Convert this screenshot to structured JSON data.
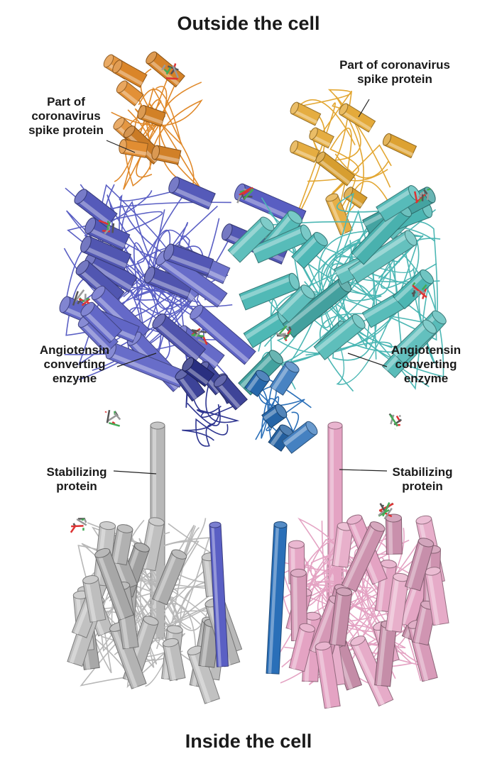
{
  "titles": {
    "top": "Outside the cell",
    "bottom": "Inside the cell"
  },
  "labels": {
    "spike_left": [
      "Part of",
      "coronavirus",
      "spike protein"
    ],
    "spike_right": [
      "Part of coronavirus",
      "spike protein"
    ],
    "ace_left": [
      "Angiotensin",
      "converting",
      "enzyme"
    ],
    "ace_right": [
      "Angiotensin",
      "converting",
      "enzyme"
    ],
    "stab_left": [
      "Stabilizing",
      "protein"
    ],
    "stab_right": [
      "Stabilizing",
      "protein"
    ]
  },
  "colors": {
    "spike_left": "#e0892a",
    "spike_right": "#e3a733",
    "ace_left": "#5a5fc4",
    "ace_right": "#4cb7b4",
    "center_left": "#2e3590",
    "center_right": "#2a6fb8",
    "stab_left": "#b8b8b8",
    "stab_right": "#e4a3c3"
  }
}
